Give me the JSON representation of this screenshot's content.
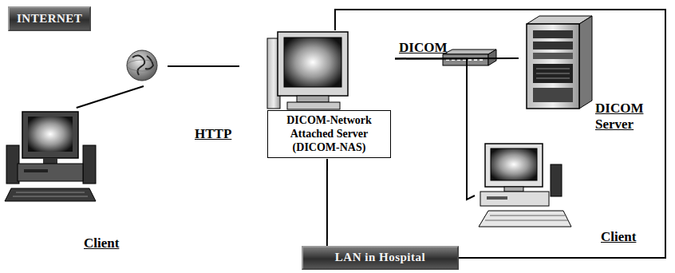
{
  "diagram": {
    "nodes": [
      {
        "text": [
          "INTERNET"
        ]
      },
      {
        "text": [
          "Client"
        ]
      },
      {
        "text": [
          "DICOM-Network Attached Server (DICOM-NAS)"
        ]
      },
      {
        "text": [
          "DICOM Server"
        ]
      },
      {
        "text": [
          "Client"
        ]
      },
      {
        "text": [
          "LAN in Hospital"
        ]
      }
    ],
    "edges": [
      {
        "from": 1,
        "to": 0,
        "arrow": "none"
      },
      {
        "from": 0,
        "to": 2,
        "arrow": "none"
      },
      {
        "from": 2,
        "to": 3,
        "arrow": "none"
      },
      {
        "from": 2,
        "to": 4,
        "arrow": "none"
      },
      {
        "from": 2,
        "to": 5,
        "arrow": "none"
      },
      {
        "from": 2,
        "to": 5,
        "arrow": "none"
      }
    ],
    "labels": [
      "HTTP",
      "DICOM"
    ]
  }
}
